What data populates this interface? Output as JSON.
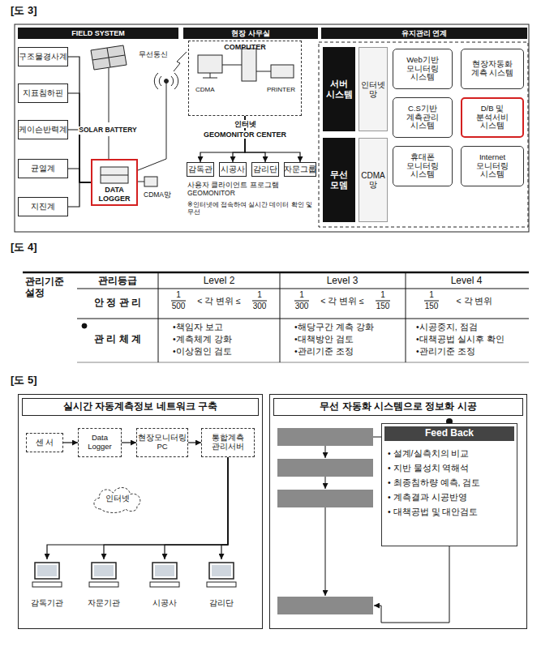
{
  "diagram": {
    "nodes": [
      {
        "text": [
          "FIELD SYSTEM"
        ]
      },
      {
        "text": [
          "현장 사무실"
        ]
      },
      {
        "text": [
          "유지관리 연계"
        ]
      },
      {
        "text": [
          "구조물경사계"
        ]
      },
      {
        "text": [
          "지표침하핀"
        ]
      },
      {
        "text": [
          "케이슨반력계"
        ]
      },
      {
        "text": [
          "균열계"
        ]
      },
      {
        "text": [
          "지진계"
        ]
      },
      {
        "text": [
          "DATA LOGGER"
        ]
      },
      {
        "text": [
          "COMPUTER"
        ]
      },
      {
        "text": [
          "감독관"
        ]
      },
      {
        "text": [
          "시공사"
        ]
      },
      {
        "text": [
          "감리단"
        ]
      },
      {
        "text": [
          "자문그룹"
        ]
      },
      {
        "text": [
          "서버 시스템"
        ]
      },
      {
        "text": [
          "인터넷 망"
        ]
      },
      {
        "text": [
          "Web기반 모니터링 시스템"
        ]
      },
      {
        "text": [
          "현장자동화 계측 시스템"
        ]
      },
      {
        "text": [
          "C.S기반 계측관리 시스템"
        ]
      },
      {
        "text": [
          "D/B 및 분석서비 시스템"
        ]
      },
      {
        "text": [
          "무선 모뎀"
        ]
      },
      {
        "text": [
          "CDMA 망"
        ]
      },
      {
        "text": [
          "휴대폰 모니터링 시스템"
        ]
      },
      {
        "text": [
          "Internet 모니터링 시스템"
        ]
      },
      {
        "text": [
          "실시간 자동계측정보 네트워크 구축"
        ]
      },
      {
        "text": [
          "센 서"
        ],
        "in": 24
      },
      {
        "text": [
          "Data Logger"
        ],
        "in": 24
      },
      {
        "text": [
          "현장모니터링 PC"
        ],
        "in": 24
      },
      {
        "text": [
          "통합계측 관리서버"
        ],
        "in": 24
      },
      {
        "text": [
          "인터넷"
        ],
        "in": 24
      },
      {
        "text": [
          "감독기관"
        ],
        "in": 24
      },
      {
        "text": [
          "자문기관"
        ],
        "in": 24
      },
      {
        "text": [
          "시공사"
        ],
        "in": 24
      },
      {
        "text": [
          "감리단"
        ],
        "in": 24
      },
      {
        "text": [
          "무선 자동화 시스템으로 정보화 시공"
        ]
      },
      {
        "text": [
          "Feed Back",
          "• 설계/실측치의 비교",
          "• 지반 물성치 역해석",
          "• 최종침하량 예측, 검토",
          "• 계측결과 시공반영",
          "• 대책공법 및 대안검토"
        ],
        "in": 34
      }
    ],
    "edges": [
      {
        "from": 3,
        "to": 8,
        "arrow": "none"
      },
      {
        "from": 4,
        "to": 8,
        "arrow": "none"
      },
      {
        "from": 5,
        "to": 8,
        "arrow": "none"
      },
      {
        "from": 6,
        "to": 8,
        "arrow": "none"
      },
      {
        "from": 7,
        "to": 8,
        "arrow": "none"
      },
      {
        "from": 9,
        "to": 10,
        "arrow": "to"
      },
      {
        "from": 9,
        "to": 11,
        "arrow": "to"
      },
      {
        "from": 9,
        "to": 12,
        "arrow": "to"
      },
      {
        "from": 9,
        "to": 13,
        "arrow": "to"
      },
      {
        "from": 25,
        "to": 26,
        "arrow": "to"
      },
      {
        "from": 26,
        "to": 27,
        "arrow": "to"
      },
      {
        "from": 27,
        "to": 28,
        "arrow": "to"
      },
      {
        "from": 28,
        "to": 30,
        "arrow": "to"
      },
      {
        "from": 28,
        "to": 31,
        "arrow": "to"
      },
      {
        "from": 28,
        "to": 32,
        "arrow": "to"
      },
      {
        "from": 28,
        "to": 33,
        "arrow": "to"
      }
    ],
    "labels": [
      "[도 3]",
      "무선통신",
      "SOLAR BATTERY",
      "CDMA망",
      "CDMA",
      "PRINTER",
      "인터넷",
      "GEOMONITOR CENTER",
      "사용자 클라이언트 프로그램 GEOMONITOR",
      "※인터넷에 접속하여 실시간 데이터 확인 및 무선",
      "[도 4]",
      "관리기준 설정",
      "관리등급",
      "Level 2",
      "Level 3",
      "Level 4",
      "안 정 관 리",
      "1",
      "500",
      "< 각 변위 ≤",
      "1",
      "300",
      "1",
      "300",
      "< 각 변위 ≤",
      "1",
      "150",
      "1",
      "150",
      "< 각 변위",
      "관 리 체 계",
      "•책임자 보고",
      "•계측체계 강화",
      "•이상원인 검토",
      "•해당구간 계측 강화",
      "•대책방안 검토",
      "•관리기준 조정",
      "•시공중지, 점검",
      "•대책공법 실시후 확인",
      "•관리기준 조정",
      "[도 5]"
    ]
  }
}
